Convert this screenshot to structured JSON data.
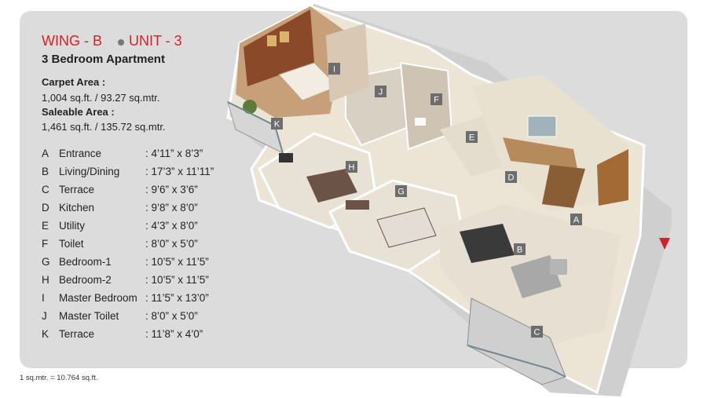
{
  "header": {
    "wing": "WING - B",
    "unit": "UNIT - 3",
    "apartment_type": "3 Bedroom Apartment"
  },
  "areas": {
    "carpet_label": "Carpet Area :",
    "carpet_value": "1,004 sq.ft. / 93.27 sq.mtr.",
    "saleable_label": "Saleable Area :",
    "saleable_value": "1,461 sq.ft. / 135.72 sq.mtr."
  },
  "rooms": [
    {
      "key": "A",
      "name": "Entrance",
      "dims": ": 4’11” x 8’3”"
    },
    {
      "key": "B",
      "name": "Living/Dining",
      "dims": ": 17’3” x 11’11”"
    },
    {
      "key": "C",
      "name": "Terrace",
      "dims": ": 9’6” x 3’6”"
    },
    {
      "key": "D",
      "name": "Kitchen",
      "dims": ": 9’8” x 8’0”"
    },
    {
      "key": "E",
      "name": "Utility",
      "dims": ": 4’3” x 8’0”"
    },
    {
      "key": "F",
      "name": "Toilet",
      "dims": ": 8’0” x 5’0”"
    },
    {
      "key": "G",
      "name": "Bedroom-1",
      "dims": ": 10’5” x 11’5”"
    },
    {
      "key": "H",
      "name": "Bedroom-2",
      "dims": ": 10’5” x 11’5”"
    },
    {
      "key": "I",
      "name": "Master Bedroom",
      "dims": ": 11’5” x 13’0”"
    },
    {
      "key": "J",
      "name": "Master Toilet",
      "dims": ": 8’0” x 5’0”"
    },
    {
      "key": "K",
      "name": "Terrace",
      "dims": ": 11’8” x 4’0”"
    }
  ],
  "plan_markers": [
    "A",
    "B",
    "C",
    "D",
    "E",
    "F",
    "G",
    "H",
    "I",
    "J",
    "K"
  ],
  "footnote": "1 sq.mtr. = 10.764 sq.ft.",
  "colors": {
    "accent": "#d62028",
    "card": "#dcdcdc",
    "marker": "#6d6d6d"
  },
  "icons": {
    "north": "north-arrow-icon"
  }
}
